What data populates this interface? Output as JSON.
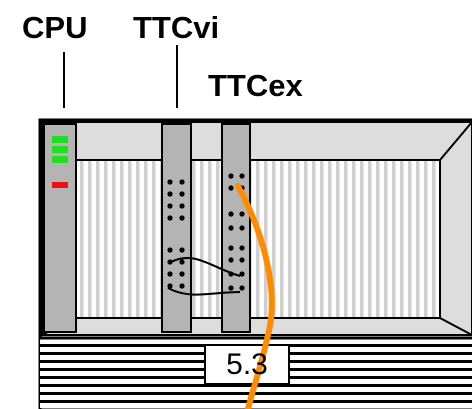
{
  "labels": {
    "cpu": "CPU",
    "ttcvi": "TTCvi",
    "ttcex": "TTCex"
  },
  "plate": {
    "text": "5.3"
  },
  "colors": {
    "frame": "#000000",
    "module_fill": "#b4b4b4",
    "backplane_fill": "#dcdcdc",
    "led_green": "#22dd22",
    "led_red": "#ee1111",
    "fiber": "#ff8c00"
  }
}
